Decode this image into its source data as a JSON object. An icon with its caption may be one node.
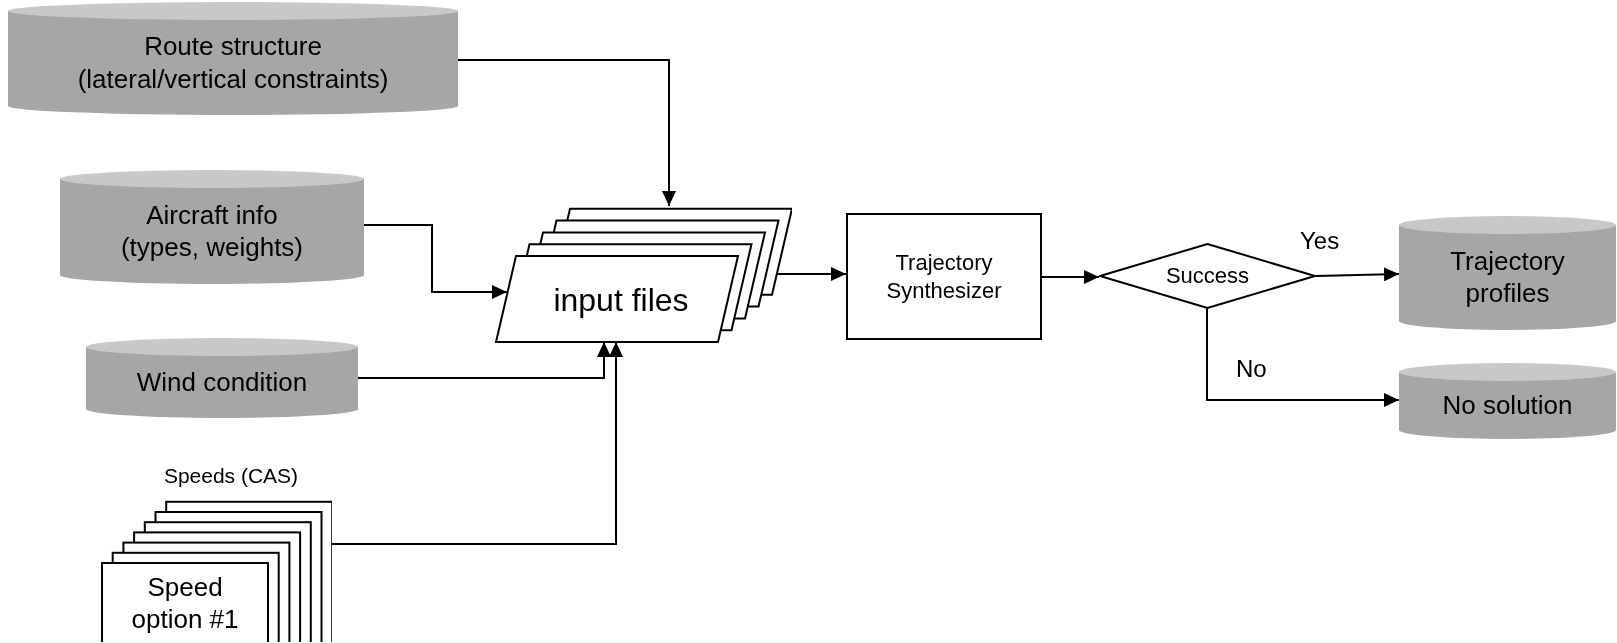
{
  "diagram": {
    "nodes": [
      {
        "text": [
          "Route structure (lateral/vertical constraints)"
        ]
      },
      {
        "text": [
          "Aircraft info (types, weights)"
        ]
      },
      {
        "text": [
          "Wind condition"
        ]
      },
      {
        "text": [
          "input files"
        ]
      },
      {
        "text": [
          "Trajectory Synthesizer"
        ]
      },
      {
        "text": [
          "Success"
        ]
      },
      {
        "text": [
          "Trajectory profiles"
        ]
      },
      {
        "text": [
          "No solution"
        ]
      },
      {
        "text": [
          "Speeds (CAS)",
          "Speed option #1"
        ]
      }
    ],
    "edges": [
      {
        "from": 0,
        "to": 3,
        "arrow": "to"
      },
      {
        "from": 1,
        "to": 3,
        "arrow": "to"
      },
      {
        "from": 2,
        "to": 3,
        "arrow": "to"
      },
      {
        "from": 8,
        "to": 3,
        "arrow": "to"
      },
      {
        "from": 3,
        "to": 4,
        "arrow": "to"
      },
      {
        "from": 4,
        "to": 5,
        "arrow": "to"
      },
      {
        "from": 5,
        "to": 6,
        "label": "Yes",
        "arrow": "to"
      },
      {
        "from": 5,
        "to": 7,
        "label": "No",
        "arrow": "to"
      }
    ]
  }
}
